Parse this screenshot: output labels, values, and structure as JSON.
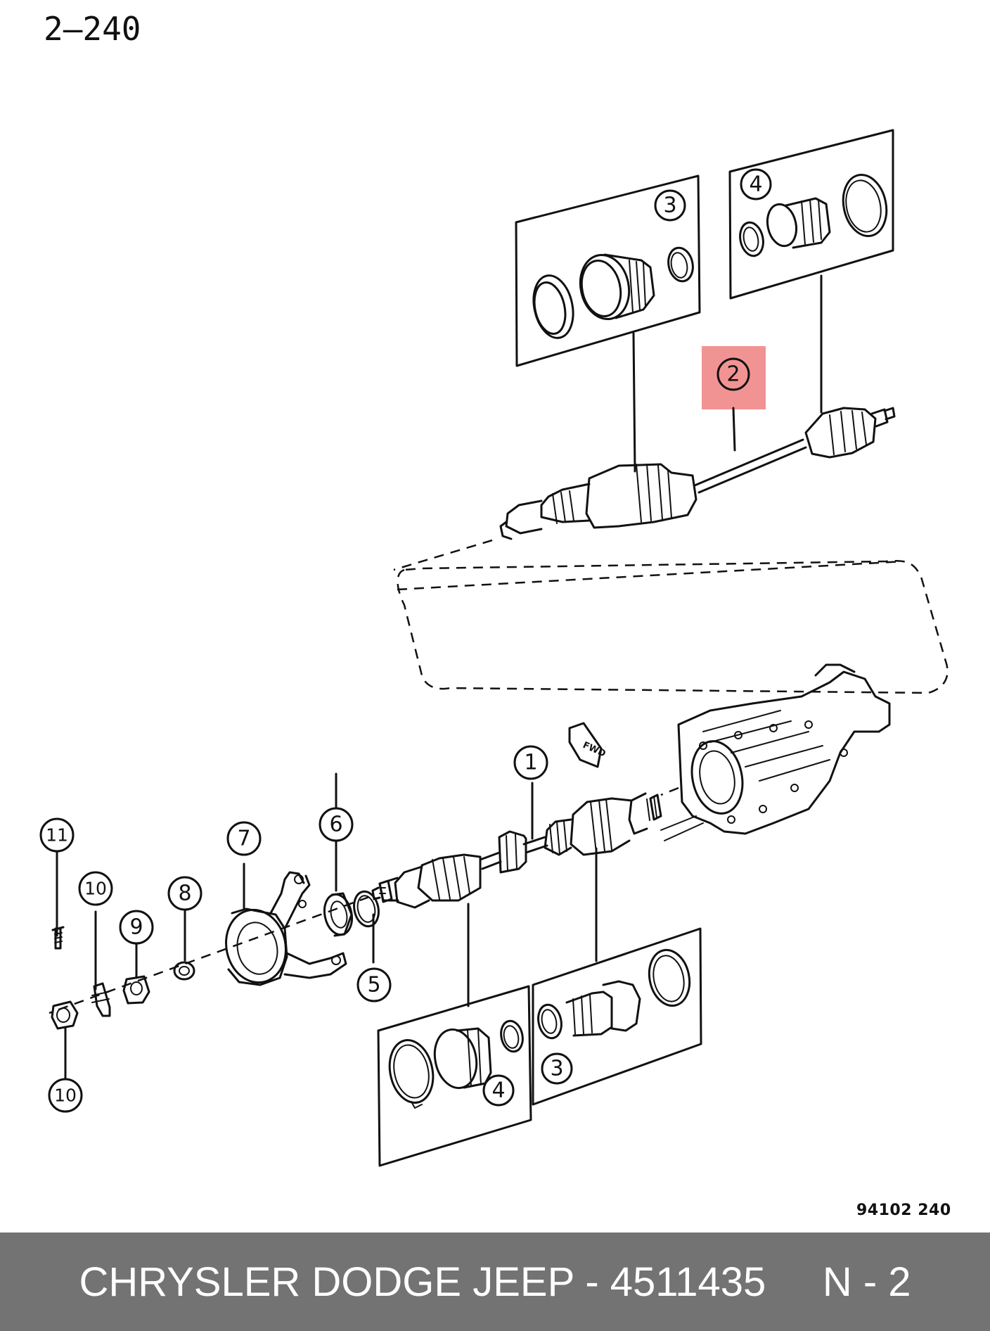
{
  "page_number": "2–240",
  "drawing_code": "94102  240",
  "caption": {
    "brand": "CHRYSLER DODGE JEEP",
    "separator": " - ",
    "part_number": "4511435",
    "gap": "     ",
    "callout": "N - 2"
  },
  "callouts": {
    "c1": "1",
    "c2": "2",
    "c3_top": "3",
    "c3_bottom": "3",
    "c4_top": "4",
    "c4_bottom": "4",
    "c5": "5",
    "c6": "6",
    "c7": "7",
    "c8": "8",
    "c9": "9",
    "c10_upper": "10",
    "c10_lower": "10",
    "c11": "11",
    "fwd_label": "FWD"
  },
  "highlight_color": "#f08080"
}
